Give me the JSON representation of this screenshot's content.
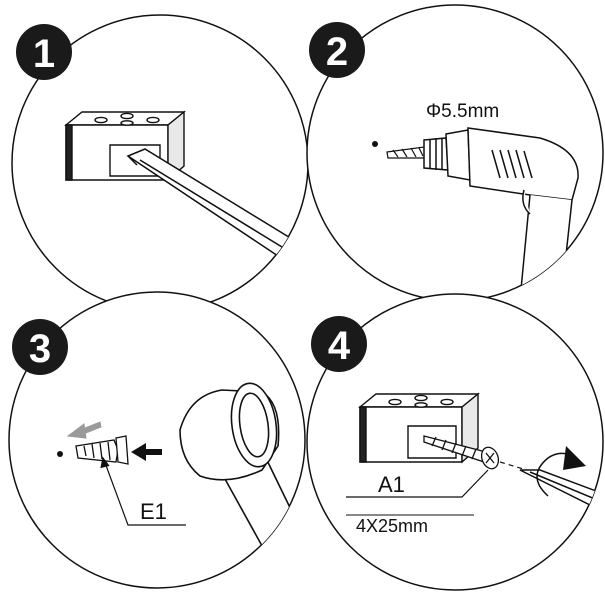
{
  "steps": [
    {
      "number": "1"
    },
    {
      "number": "2",
      "label": "Φ5.5mm"
    },
    {
      "number": "3",
      "part_label": "E1"
    },
    {
      "number": "4",
      "part_label": "A1",
      "part_size": "4X25mm"
    }
  ],
  "colors": {
    "ink": "#111111",
    "badge_fill": "#1a1a1a",
    "badge_text": "#ffffff",
    "arrow_gray": "#9a9a9a"
  }
}
